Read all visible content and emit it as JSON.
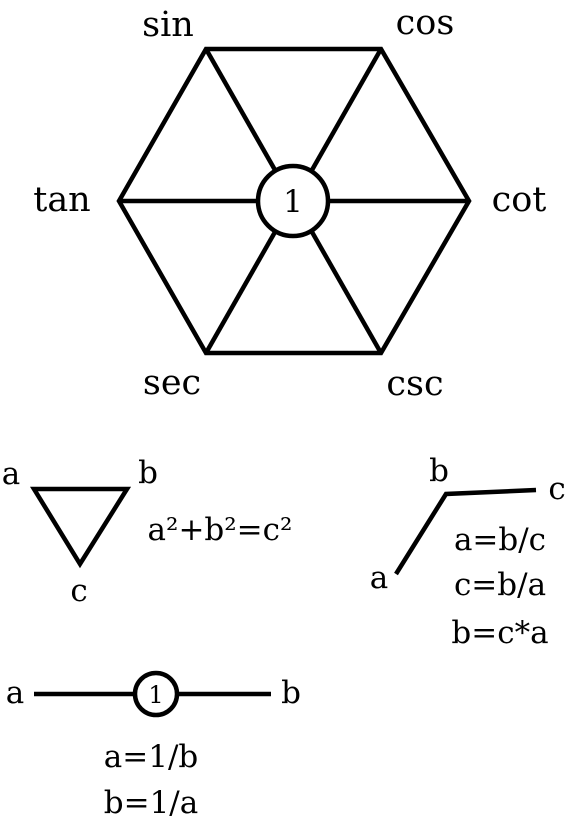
{
  "hexagon": {
    "vertices": {
      "top_left": "sin",
      "top_right": "cos",
      "left": "tan",
      "right": "cot",
      "bottom_left": "sec",
      "bottom_right": "csc"
    },
    "center": "1"
  },
  "triangle": {
    "corners": {
      "top_left": "a",
      "top_right": "b",
      "bottom": "c"
    },
    "formula": "a²+b²=c²"
  },
  "product": {
    "points": {
      "bottom": "a",
      "middle": "b",
      "end": "c"
    },
    "formulas": [
      "a=b/c",
      "c=b/a",
      "b=c*a"
    ]
  },
  "reciprocal": {
    "ends": {
      "left": "a",
      "right": "b"
    },
    "center": "1",
    "formulas": [
      "a=1/b",
      "b=1/a"
    ]
  },
  "colors": {
    "ink": "#000000",
    "background": "#ffffff"
  }
}
